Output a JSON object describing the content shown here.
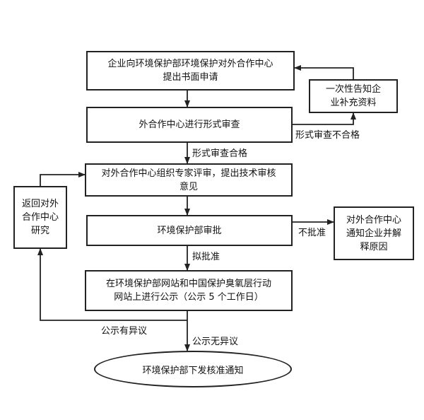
{
  "nodes": {
    "n1": [
      "企业向环境保护部环境保护对外合作中心",
      "提出书面申请"
    ],
    "n2": [
      "外合作中心进行形式审查"
    ],
    "n3": [
      "对外合作中心组织专家评审，提出技术审核",
      "意见"
    ],
    "n4": [
      "环境保护部审批"
    ],
    "n5": [
      "在环境保护部网站和中国保护臭氧层行动",
      "网站上进行公示（公示 5 个工作日）"
    ],
    "n6": [
      "环境保护部下发核准通知"
    ],
    "side_supplement": [
      "一次性告知企",
      "业补充资料"
    ],
    "side_study": [
      "返回对外",
      "合作中心",
      "研究"
    ],
    "side_reject": [
      "对外合作中心",
      "通知企业并解",
      "释原因"
    ]
  },
  "labels": {
    "form_fail": "形式审查不合格",
    "form_pass": "形式审查合格",
    "not_approved": "不批准",
    "approve": "拟批准",
    "objection": "公示有异议",
    "no_objection": "公示无异议"
  }
}
